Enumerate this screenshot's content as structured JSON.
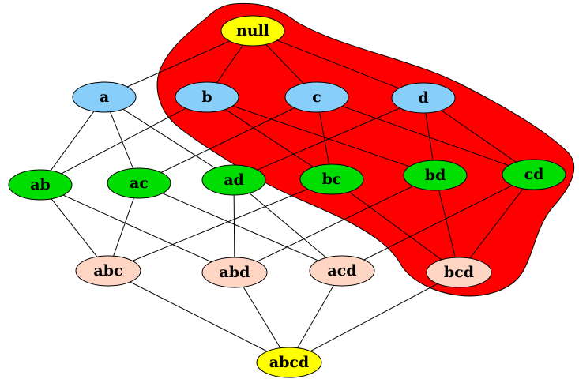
{
  "diagram": {
    "type": "itemset-lattice",
    "colors": {
      "region": "#ff0000",
      "null": "#ffff00",
      "level1": "#87cefa",
      "level2": "#00dd00",
      "level3": "#ffd6c4",
      "full": "#ffff00"
    },
    "nodes": [
      {
        "id": "null",
        "label": "null",
        "group": "null"
      },
      {
        "id": "a",
        "label": "a",
        "group": "level1"
      },
      {
        "id": "b",
        "label": "b",
        "group": "level1"
      },
      {
        "id": "c",
        "label": "c",
        "group": "level1"
      },
      {
        "id": "d",
        "label": "d",
        "group": "level1"
      },
      {
        "id": "ab",
        "label": "ab",
        "group": "level2"
      },
      {
        "id": "ac",
        "label": "ac",
        "group": "level2"
      },
      {
        "id": "ad",
        "label": "ad",
        "group": "level2"
      },
      {
        "id": "bc",
        "label": "bc",
        "group": "level2"
      },
      {
        "id": "bd",
        "label": "bd",
        "group": "level2"
      },
      {
        "id": "cd",
        "label": "cd",
        "group": "level2"
      },
      {
        "id": "abc",
        "label": "abc",
        "group": "level3"
      },
      {
        "id": "abd",
        "label": "abd",
        "group": "level3"
      },
      {
        "id": "acd",
        "label": "acd",
        "group": "level3"
      },
      {
        "id": "bcd",
        "label": "bcd",
        "group": "level3"
      },
      {
        "id": "abcd",
        "label": "abcd",
        "group": "full"
      }
    ],
    "edges": [
      [
        "null",
        "a"
      ],
      [
        "null",
        "b"
      ],
      [
        "null",
        "c"
      ],
      [
        "null",
        "d"
      ],
      [
        "a",
        "ab"
      ],
      [
        "a",
        "ac"
      ],
      [
        "a",
        "ad"
      ],
      [
        "b",
        "ab"
      ],
      [
        "b",
        "bc"
      ],
      [
        "b",
        "bd"
      ],
      [
        "c",
        "ac"
      ],
      [
        "c",
        "bc"
      ],
      [
        "c",
        "cd"
      ],
      [
        "d",
        "ad"
      ],
      [
        "d",
        "bd"
      ],
      [
        "d",
        "cd"
      ],
      [
        "ab",
        "abc"
      ],
      [
        "ab",
        "abd"
      ],
      [
        "ac",
        "abc"
      ],
      [
        "ac",
        "acd"
      ],
      [
        "ad",
        "abd"
      ],
      [
        "ad",
        "acd"
      ],
      [
        "bc",
        "abc"
      ],
      [
        "bc",
        "bcd"
      ],
      [
        "bd",
        "abd"
      ],
      [
        "bd",
        "bcd"
      ],
      [
        "cd",
        "acd"
      ],
      [
        "cd",
        "bcd"
      ],
      [
        "abc",
        "abcd"
      ],
      [
        "abd",
        "abcd"
      ],
      [
        "acd",
        "abcd"
      ],
      [
        "bcd",
        "abcd"
      ]
    ]
  }
}
